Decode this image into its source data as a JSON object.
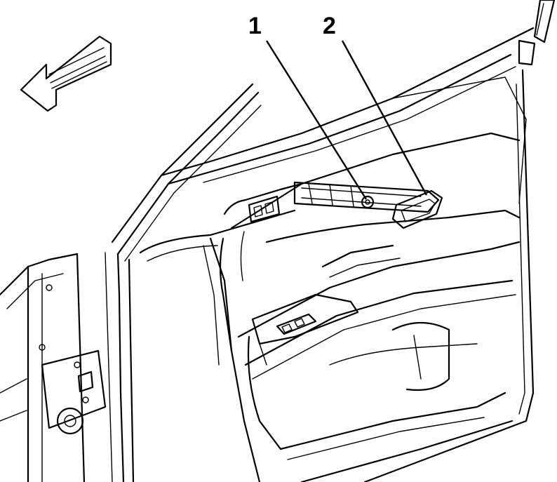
{
  "diagram": {
    "callouts": [
      {
        "id": "1",
        "label": "1"
      },
      {
        "id": "2",
        "label": "2"
      }
    ],
    "icons": {
      "direction_arrow": "front-direction-arrow-icon"
    },
    "colors": {
      "line": "#000000",
      "background": "#ffffff"
    }
  }
}
